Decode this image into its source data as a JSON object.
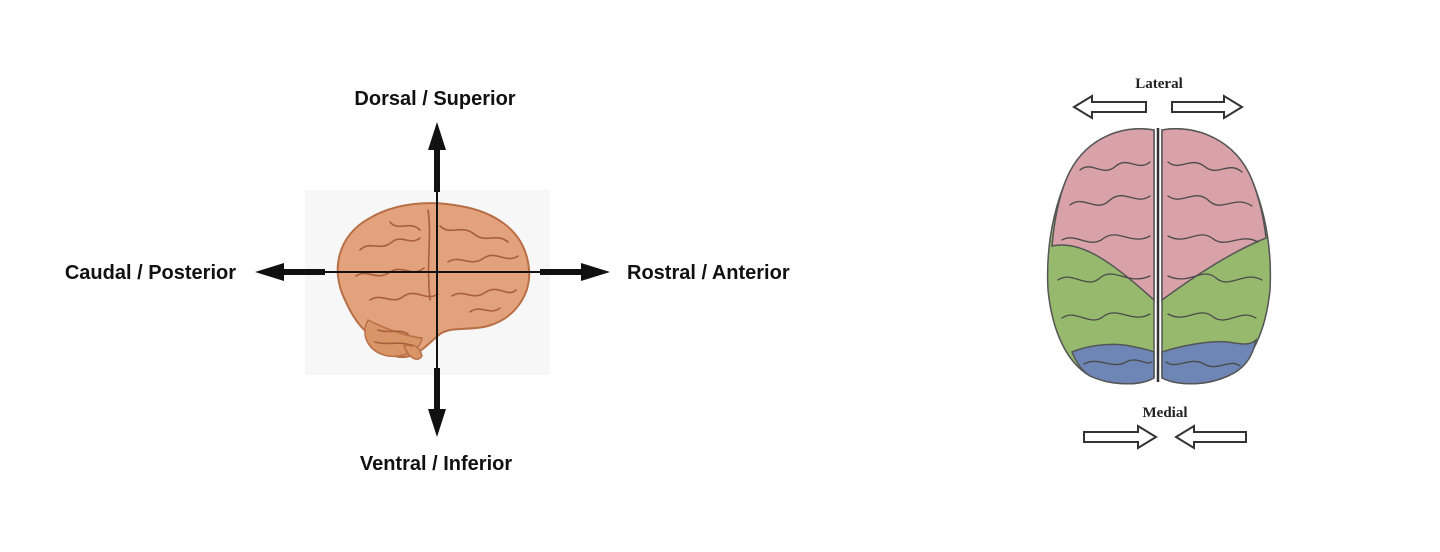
{
  "orientation_diagram": {
    "labels": {
      "up": "Dorsal / Superior",
      "down": "Ventral / Inferior",
      "left": "Caudal / Posterior",
      "right": "Rostral / Anterior"
    },
    "colors": {
      "brain": "#e2a27c",
      "brain_outline": "#b86f45",
      "axis": "#111111"
    }
  },
  "top_view_diagram": {
    "labels": {
      "top": "Lateral",
      "bottom": "Medial"
    },
    "colors": {
      "frontal": "#d9a1a8",
      "parietal": "#97b96e",
      "occipital": "#6e86b5",
      "outline": "#555555"
    }
  }
}
